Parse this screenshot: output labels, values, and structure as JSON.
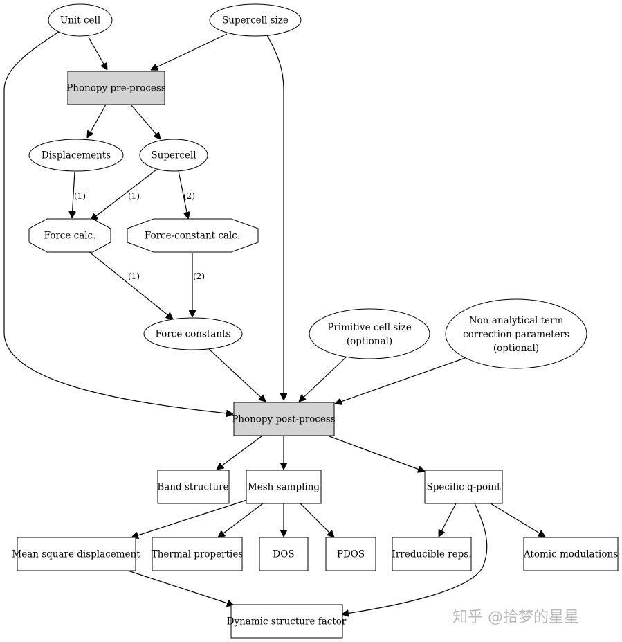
{
  "nodes": {
    "unit_cell": "Unit cell",
    "supercell_size": "Supercell size",
    "phonopy_pre": "Phonopy pre-process",
    "displacements": "Displacements",
    "supercell": "Supercell",
    "force_calc": "Force calc.",
    "force_constant_calc": "Force-constant calc.",
    "force_constants": "Force constants",
    "primitive_cell_size": [
      "Primitive cell size",
      "(optional)"
    ],
    "nac_params": [
      "Non-analytical term",
      "correction parameters",
      "(optional)"
    ],
    "phonopy_post": "Phonopy post-process",
    "band_structure": "Band structure",
    "mesh_sampling": "Mesh sampling",
    "specific_q_point": "Specific q-point",
    "mean_square_displacement": "Mean square displacement",
    "thermal_properties": "Thermal properties",
    "dos": "DOS",
    "pdos": "PDOS",
    "irreducible_reps": "Irreducible reps.",
    "atomic_modulations": "Atomic modulations",
    "dynamic_structure_factor": "Dynamic structure factor"
  },
  "edge_labels": {
    "disp_to_force": "(1)",
    "super_to_force": "(1)",
    "super_to_fc_calc": "(2)",
    "force_to_fc": "(1)",
    "fc_calc_to_fc": "(2)"
  },
  "watermark": "知乎 @拾梦的星星",
  "colors": {
    "process_fill": "#d3d3d3",
    "node_fill": "#ffffff",
    "line": "#000000"
  }
}
